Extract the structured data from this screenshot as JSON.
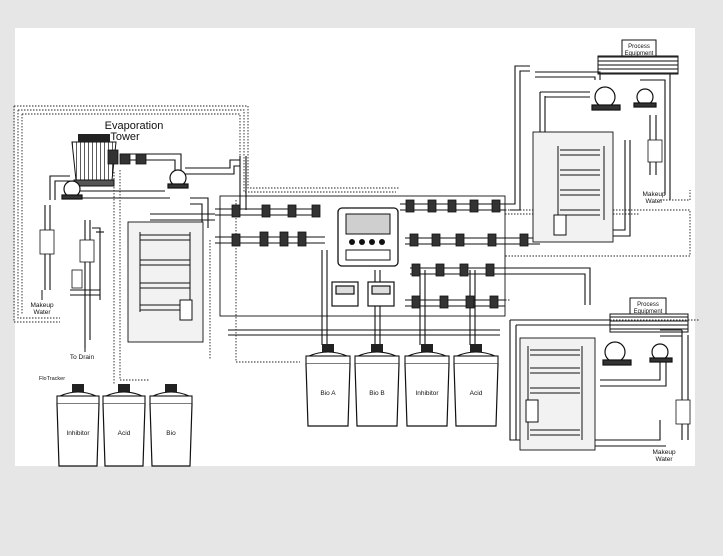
{
  "labels": {
    "evaporation_tower": "Evaporation",
    "evaporation_tower_2": "Tower",
    "makeup_water_left_1": "Makeup",
    "makeup_water_left_2": "Water",
    "to_drain": "To Drain",
    "flotracker": "FloTracker",
    "process_equipment_top_1": "Process",
    "process_equipment_top_2": "Equipment",
    "makeup_water_top_1": "Makeup",
    "makeup_water_top_2": "Water",
    "process_equipment_bottom_1": "Process",
    "process_equipment_bottom_2": "Equipment",
    "makeup_water_bottom_1": "Makeup",
    "makeup_water_bottom_2": "Water"
  },
  "tanks_left": [
    {
      "label": "Inhibitor"
    },
    {
      "label": "Acid"
    },
    {
      "label": "Bio"
    }
  ],
  "tanks_center": [
    {
      "label": "Bio A"
    },
    {
      "label": "Bio B"
    },
    {
      "label": "Inhibitor"
    },
    {
      "label": "Acid"
    }
  ],
  "colors": {
    "line": "#111111",
    "page": "#e6e6e6",
    "sheet": "#ffffff",
    "panel": "#f2f2f2"
  }
}
